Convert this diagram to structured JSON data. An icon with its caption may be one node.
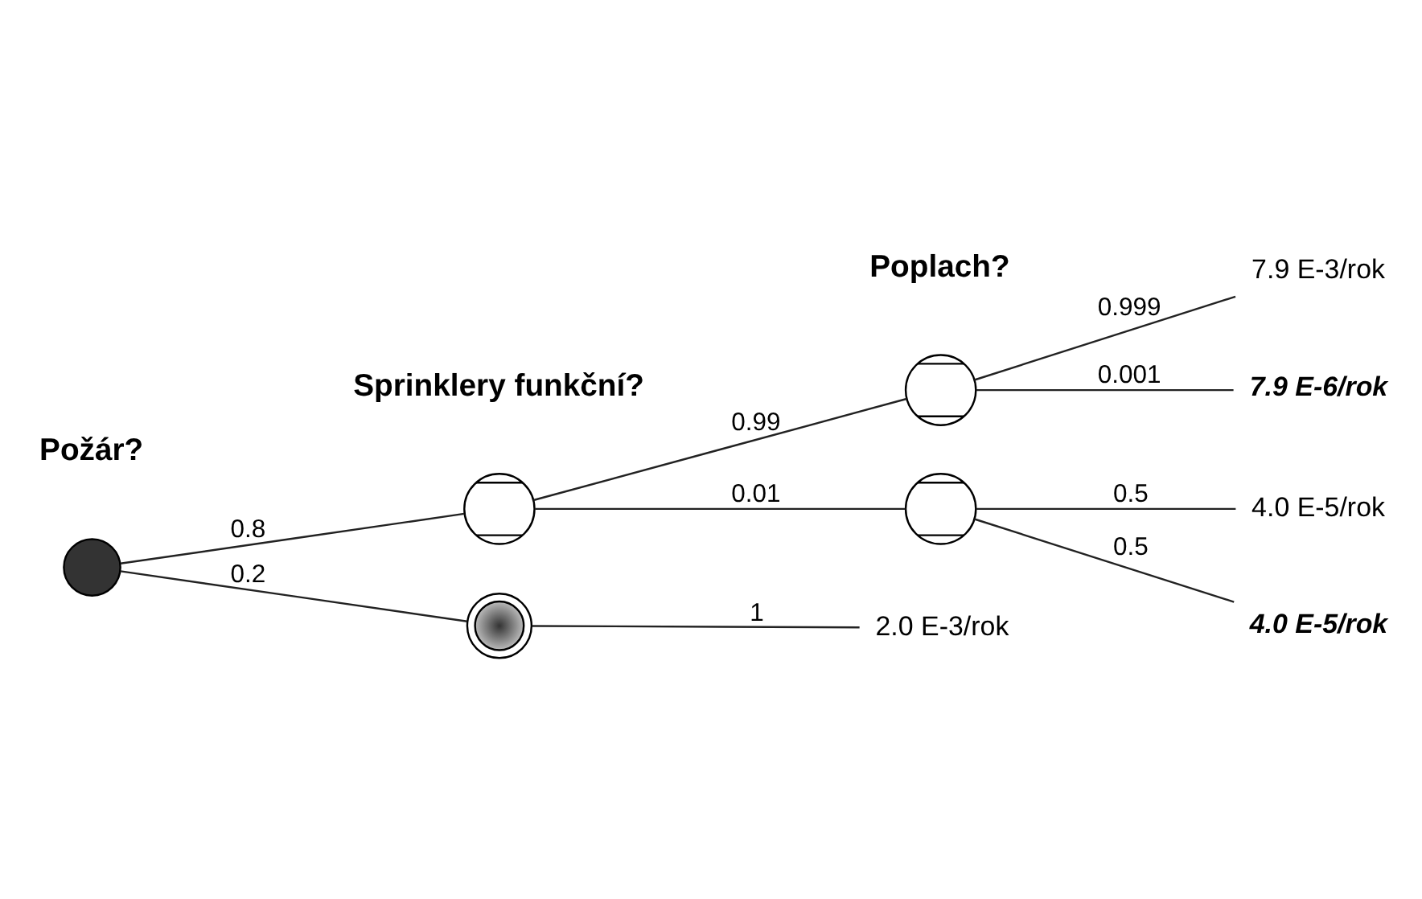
{
  "diagram": {
    "nodes": [
      {
        "text": [],
        "shape": "circle"
      },
      {
        "text": [],
        "shape": "circle"
      },
      {
        "text": [],
        "shape": "circle"
      },
      {
        "text": [],
        "shape": "circle"
      },
      {
        "text": [],
        "shape": "circle"
      },
      {
        "text": [
          "7.9 E-3/rok"
        ]
      },
      {
        "text": [
          "7.9 E-6/rok"
        ]
      },
      {
        "text": [
          "4.0 E-5/rok"
        ]
      },
      {
        "text": [
          "4.0 E-5/rok"
        ]
      },
      {
        "text": [
          "2.0 E-3/rok"
        ]
      }
    ],
    "edges": [
      {
        "from": 0,
        "to": 1,
        "arrow": "none",
        "label": "0.8"
      },
      {
        "from": 0,
        "to": 4,
        "arrow": "none",
        "label": "0.2"
      },
      {
        "from": 1,
        "to": 2,
        "arrow": "none",
        "label": "0.99"
      },
      {
        "from": 1,
        "to": 3,
        "arrow": "none",
        "label": "0.01"
      },
      {
        "from": 2,
        "to": 5,
        "arrow": "none",
        "label": "0.999"
      },
      {
        "from": 2,
        "to": 6,
        "arrow": "none",
        "label": "0.001"
      },
      {
        "from": 3,
        "to": 7,
        "arrow": "none",
        "label": "0.5"
      },
      {
        "from": 3,
        "to": 8,
        "arrow": "none",
        "label": "0.5"
      },
      {
        "from": 4,
        "to": 9,
        "arrow": "none",
        "label": "1"
      }
    ],
    "labels": [
      "Poplach?",
      "Sprinklery funkční?",
      "Požár?"
    ]
  }
}
